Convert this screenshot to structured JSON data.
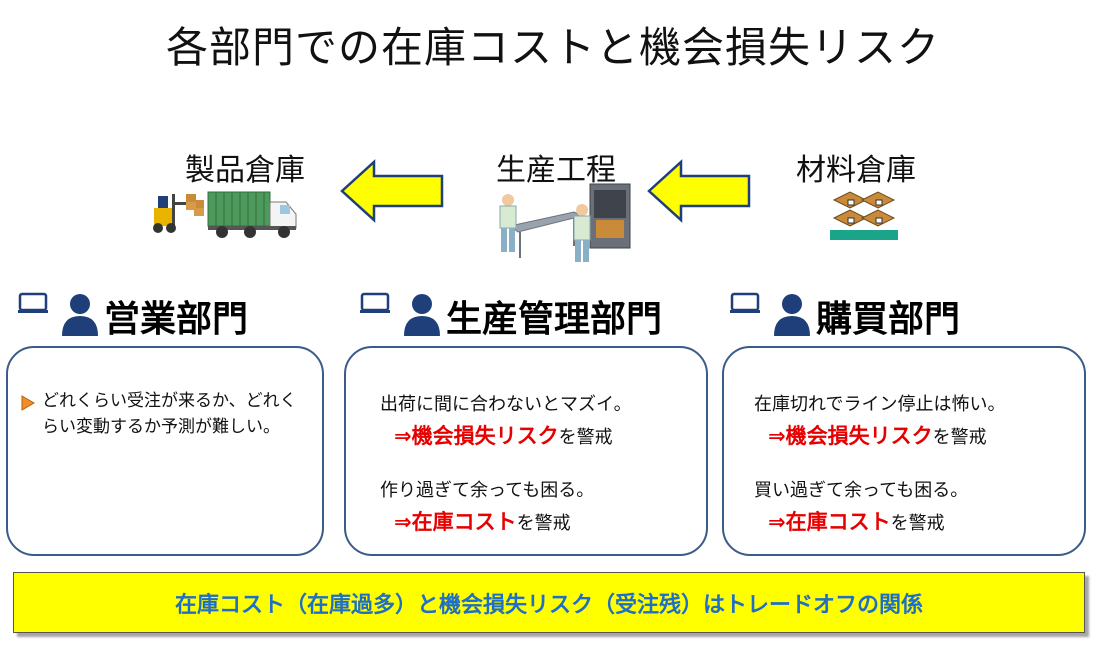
{
  "title": "各部門での在庫コストと機会損失リスク",
  "flow": {
    "product_warehouse": "製品倉庫",
    "production_process": "生産工程",
    "material_warehouse": "材料倉庫"
  },
  "departments": [
    {
      "name": "営業部門",
      "bullet": "どれくらい受注が来るか、どれくらい変動するか予測が難しい。"
    },
    {
      "name": "生産管理部門",
      "line1": "出荷に間に合わないとマズイ。",
      "arrow1": "⇒",
      "emph1": "機会損失リスク",
      "suffix1": "を警戒",
      "line2": "作り過ぎて余っても困る。",
      "arrow2": "⇒",
      "emph2": "在庫コスト",
      "suffix2": "を警戒"
    },
    {
      "name": "購買部門",
      "line1": "在庫切れでライン停止は怖い。",
      "arrow1": "⇒",
      "emph1": "機会損失リスク",
      "suffix1": "を警戒",
      "line2": "買い過ぎて余っても困る。",
      "arrow2": "⇒",
      "emph2": "在庫コスト",
      "suffix2": "を警戒"
    }
  ],
  "banner": "在庫コスト（在庫過多）と機会損失リスク（受注残）はトレードオフの関係",
  "colors": {
    "arrow_fill": "#ffff00",
    "panel_border": "#3b5b88",
    "emphasis": "#e60000",
    "banner_bg": "#ffff00",
    "banner_text": "#1f6fc6",
    "person_icon": "#1f3f7a"
  }
}
